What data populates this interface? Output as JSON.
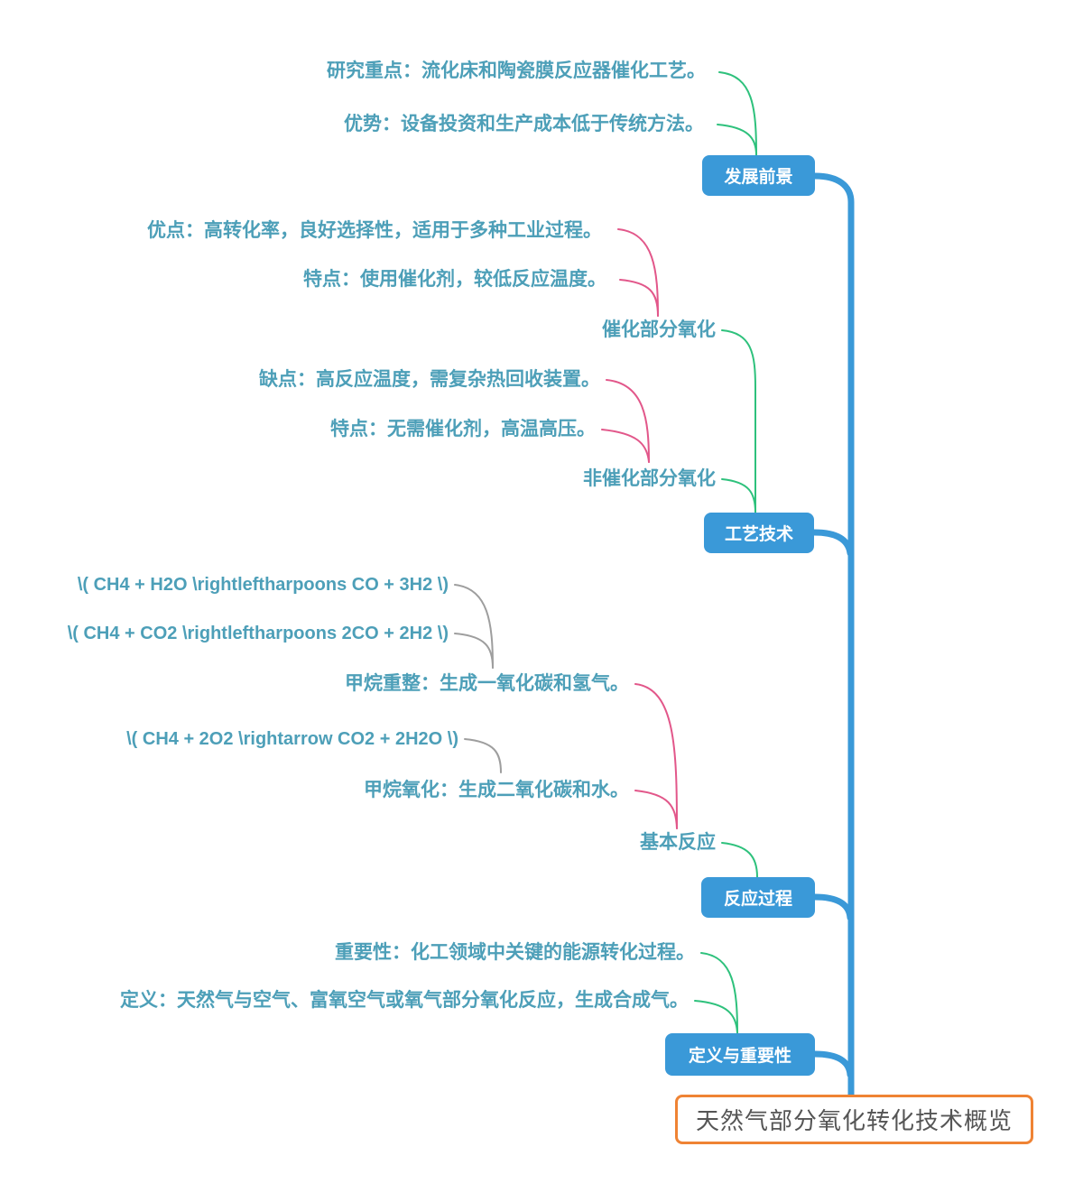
{
  "colors": {
    "node_blue": "#3a99d8",
    "text_teal": "#4d9fb8",
    "link_green": "#2ec17c",
    "link_pink": "#e2578a",
    "link_gray": "#9e9e9e",
    "root_border_orange": "#ef8334",
    "root_text_gray": "#555555"
  },
  "root": {
    "label": "天然气部分氧化转化技术概览"
  },
  "branches": [
    {
      "label": "发展前景",
      "children": [
        {
          "label": "研究重点：流化床和陶瓷膜反应器催化工艺。"
        },
        {
          "label": "优势：设备投资和生产成本低于传统方法。"
        }
      ]
    },
    {
      "label": "工艺技术",
      "children": [
        {
          "label": "催化部分氧化",
          "children": [
            {
              "label": "优点：高转化率，良好选择性，适用于多种工业过程。"
            },
            {
              "label": "特点：使用催化剂，较低反应温度。"
            }
          ]
        },
        {
          "label": "非催化部分氧化",
          "children": [
            {
              "label": "缺点：高反应温度，需复杂热回收装置。"
            },
            {
              "label": "特点：无需催化剂，高温高压。"
            }
          ]
        }
      ]
    },
    {
      "label": "反应过程",
      "children": [
        {
          "label": "基本反应",
          "children": [
            {
              "label": "甲烷重整：生成一氧化碳和氢气。",
              "children": [
                {
                  "label": "\\( CH4 + H2O \\rightleftharpoons CO + 3H2 \\)"
                },
                {
                  "label": "\\( CH4 + CO2 \\rightleftharpoons 2CO + 2H2 \\)"
                }
              ]
            },
            {
              "label": "甲烷氧化：生成二氧化碳和水。",
              "children": [
                {
                  "label": "\\( CH4 + 2O2 \\rightarrow CO2 + 2H2O \\)"
                }
              ]
            }
          ]
        }
      ]
    },
    {
      "label": "定义与重要性",
      "children": [
        {
          "label": "重要性：化工领域中关键的能源转化过程。"
        },
        {
          "label": "定义：天然气与空气、富氧空气或氧气部分氧化反应，生成合成气。"
        }
      ]
    }
  ]
}
